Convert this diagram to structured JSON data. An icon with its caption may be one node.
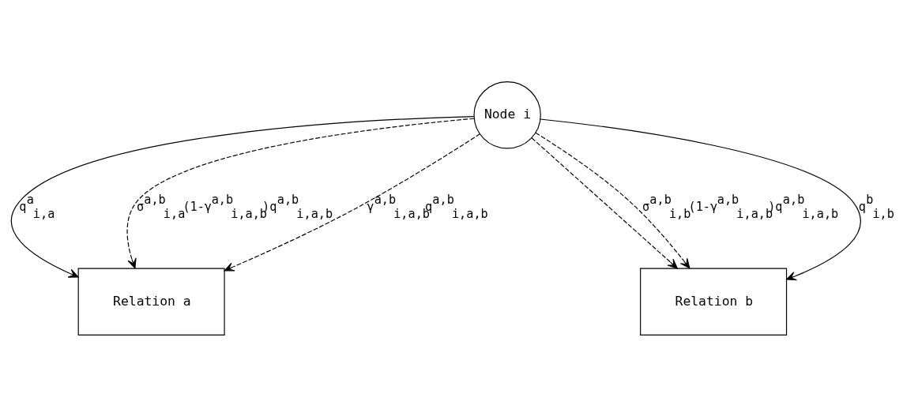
{
  "diagram": {
    "nodes": [
      {
        "text": [
          "Node i"
        ]
      },
      {
        "text": [
          "Relation a"
        ]
      },
      {
        "text": [
          "Relation b"
        ]
      }
    ],
    "edges": [
      {
        "from": 0,
        "to": 1,
        "arrow": "to",
        "label": "q$^{a}$$_{i,a}$"
      },
      {
        "from": 0,
        "to": 1,
        "arrow": "to",
        "style": "dashed",
        "label": "σ$^{a,b}$$_{i,a}$(1-γ$^{a,b}$$_{i,a,b}$)q$^{a,b}$$_{i,a,b}$"
      },
      {
        "from": 0,
        "to": 1,
        "arrow": "to",
        "style": "dashed",
        "label": "γ$^{a,b}$$_{i,a,b}$q$^{a,b}$$_{i,a,b}$"
      },
      {
        "from": 0,
        "to": 2,
        "arrow": "to",
        "style": "dashed"
      },
      {
        "from": 0,
        "to": 2,
        "arrow": "to",
        "style": "dashed",
        "label": "σ$^{a,b}$$_{i,b}$(1-γ$^{a,b}$$_{i,a,b}$)q$^{a,b}$$_{i,a,b}$"
      },
      {
        "from": 0,
        "to": 2,
        "arrow": "to",
        "label": "q$^{b}$$_{i,b}$"
      }
    ]
  }
}
